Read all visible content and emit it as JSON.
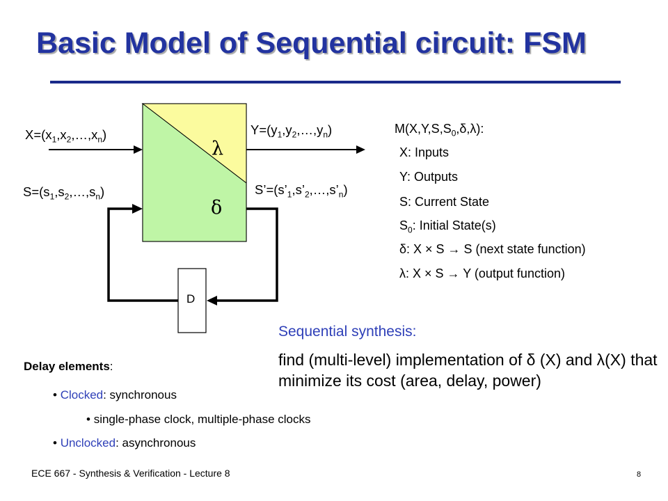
{
  "slide": {
    "title": "Basic Model of Sequential circuit: FSM"
  },
  "diagram": {
    "input_x": "X=(x",
    "input_x_sub1": "1",
    "input_x_comma1": ",x",
    "input_x_sub2": "2",
    "input_x_mid": ",…,x",
    "input_x_subn": "n",
    "input_x_end": ")",
    "output_y": "Y=(y",
    "output_y_sub1": "1",
    "output_y_comma1": ",y",
    "output_y_sub2": "2",
    "output_y_mid": ",…,y",
    "output_y_subn": "n",
    "output_y_end": ")",
    "state_s": "S=(s",
    "state_s_sub1": "1",
    "state_s_comma1": ",s",
    "state_s_sub2": "2",
    "state_s_mid": ",…,s",
    "state_s_subn": "n",
    "state_s_end": ")",
    "next_s": "S’=(s’",
    "next_s_sub1": "1",
    "next_s_comma1": ",s’",
    "next_s_sub2": "2",
    "next_s_mid": ",…,s’",
    "next_s_subn": "n",
    "next_s_end": ")",
    "lambda_symbol": "λ",
    "delta_symbol": "δ",
    "delay_label": "D",
    "colors": {
      "box_green": "#bff5a6",
      "box_yellow": "#fbfb9e",
      "line": "#000000"
    }
  },
  "definitions": {
    "header_prefix": "M(X,Y,S,S",
    "header_sub": "0",
    "header_suffix": ",δ,λ):",
    "x_def": "X:  Inputs",
    "y_def": "Y:  Outputs",
    "s_def": "S:  Current State",
    "s0_prefix": "S",
    "s0_sub": "0",
    "s0_suffix": ": Initial State(s)",
    "delta_def": "δ:  X × S → S (next state function)",
    "lambda_def": "λ:  X × S → Y (output function)"
  },
  "synthesis": {
    "title": "Sequential synthesis:",
    "body": "find (multi-level) implementation of  δ (X) and λ(X) that minimize its cost (area, delay, power)"
  },
  "delay_elements": {
    "header_bold": "Delay elements",
    "header_colon": ":",
    "clocked_label": "Clocked",
    "clocked_rest": ": synchronous",
    "clock_types": "single-phase clock, multiple-phase clocks",
    "unclocked_label": "Unclocked",
    "unclocked_rest": ": asynchronous"
  },
  "footer": {
    "course": "ECE 667 - Synthesis & Verification - Lecture 8",
    "page_number": "8"
  },
  "theme": {
    "title_color": "#2233a0",
    "accent_blue": "#2f40b8"
  }
}
